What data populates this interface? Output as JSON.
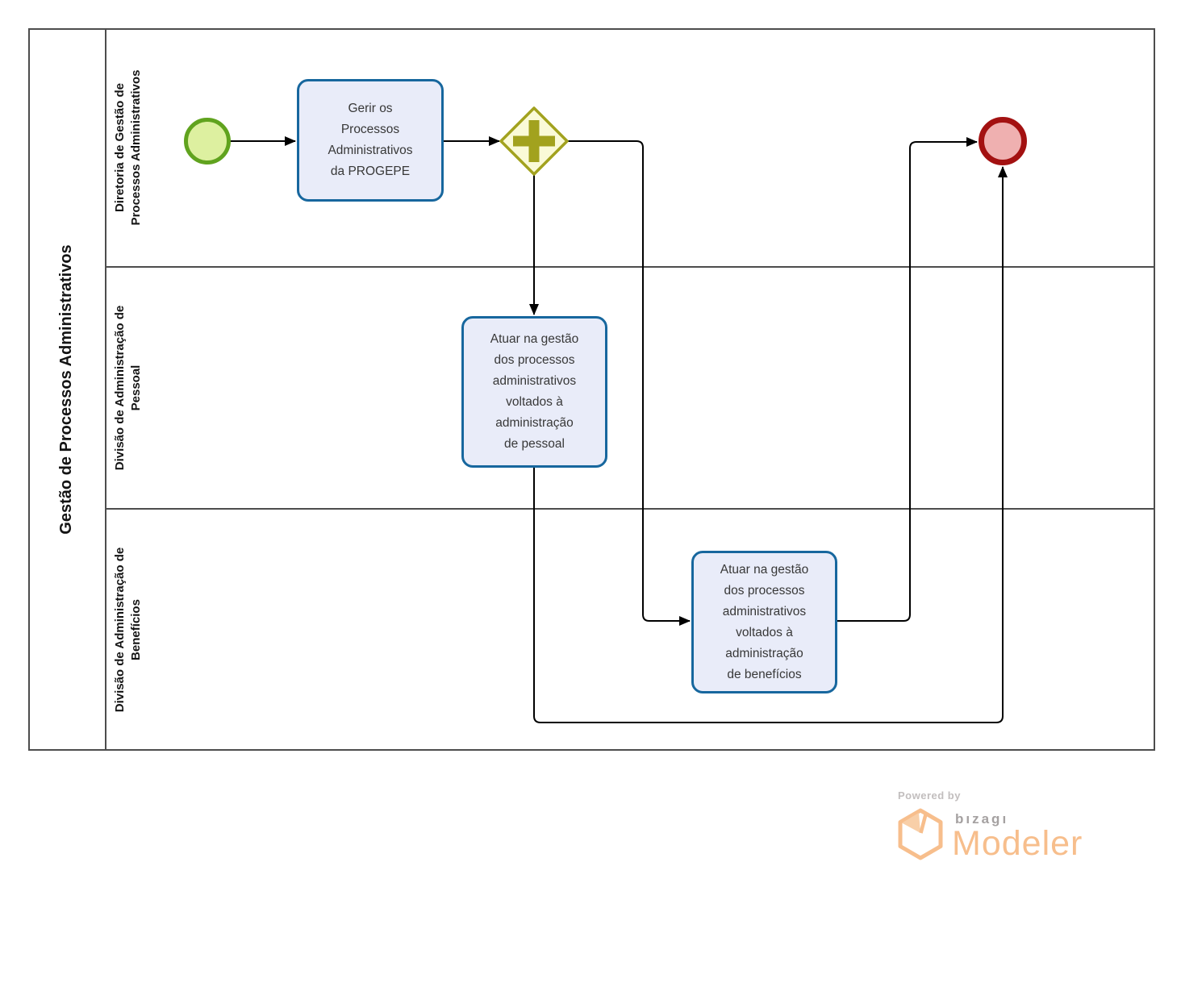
{
  "pool": {
    "title": "Gestão de Processos Administrativos",
    "lanes": [
      {
        "label": "Diretoria de Gestão de\nProcessos Administrativos"
      },
      {
        "label": "Divisão de Administração de\nPessoal"
      },
      {
        "label": "Divisão de Administração de\nBenefícios"
      }
    ]
  },
  "nodes": {
    "task_gerir": {
      "label": "Gerir os\nProcessos\nAdministrativos\nda PROGEPE"
    },
    "task_pessoal": {
      "label": "Atuar na gestão\ndos processos\nadministrativos\nvoltados à\nadministração\nde pessoal"
    },
    "task_beneficios": {
      "label": "Atuar na gestão\ndos processos\nadministrativos\nvoltados à\nadministração\nde benefícios"
    },
    "gateway": {
      "type": "parallel"
    },
    "start_event": {
      "type": "start"
    },
    "end_event": {
      "type": "end"
    }
  },
  "colors": {
    "task_fill": "#E9ECF9",
    "task_border": "#17679E",
    "start_fill": "#DDF0A0",
    "start_border": "#60A31E",
    "end_fill": "#EFB0B0",
    "end_border": "#A31111",
    "gateway_fill": "#FAFAD7",
    "gateway_border": "#A2A21E",
    "lane_border": "#4D4D4D",
    "flow": "#000000"
  },
  "footer": {
    "powered_by": "Powered by",
    "brand": "bızagı",
    "product": "Modeler"
  }
}
